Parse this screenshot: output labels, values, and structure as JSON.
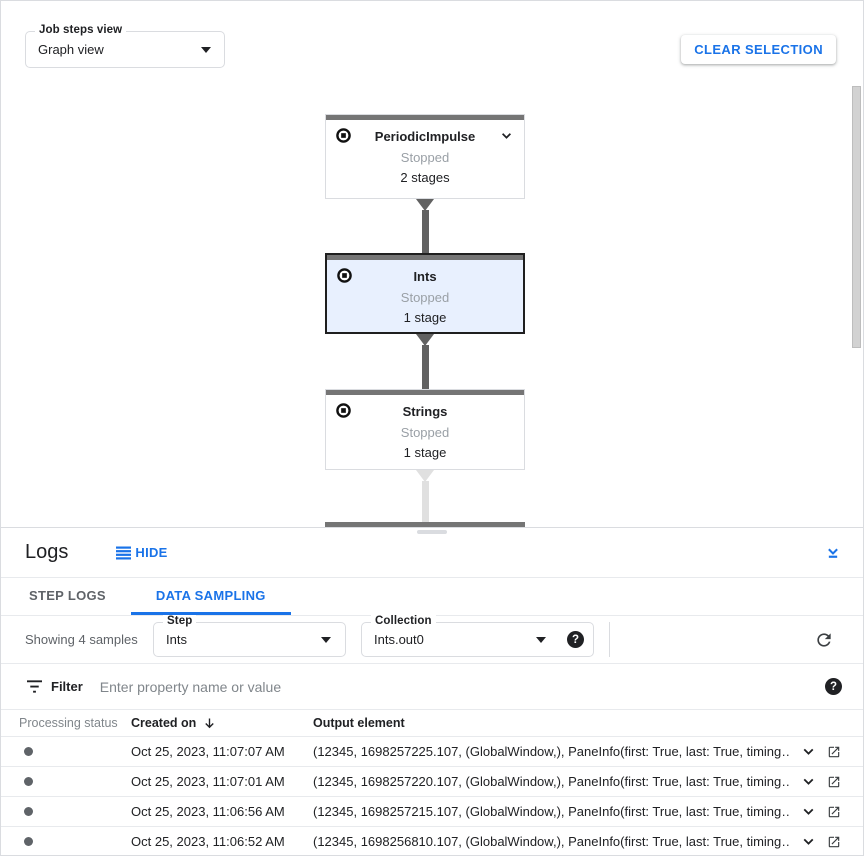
{
  "toolbar": {
    "job_steps_view": {
      "label": "Job steps view",
      "value": "Graph view"
    },
    "clear_selection_label": "CLEAR SELECTION"
  },
  "graph": {
    "nodes": [
      {
        "title": "PeriodicImpulse",
        "status": "Stopped",
        "stages": "2 stages",
        "selected": false,
        "expandable": true
      },
      {
        "title": "Ints",
        "status": "Stopped",
        "stages": "1 stage",
        "selected": true,
        "expandable": false
      },
      {
        "title": "Strings",
        "status": "Stopped",
        "stages": "1 stage",
        "selected": false,
        "expandable": false
      }
    ]
  },
  "logs_panel": {
    "title": "Logs",
    "hide_button": "HIDE",
    "tabs": [
      {
        "label": "STEP LOGS",
        "active": false
      },
      {
        "label": "DATA SAMPLING",
        "active": true
      }
    ],
    "showing_text": "Showing 4 samples",
    "step_select": {
      "label": "Step",
      "value": "Ints"
    },
    "collection_select": {
      "label": "Collection",
      "value": "Ints.out0"
    },
    "filter": {
      "label": "Filter",
      "placeholder": "Enter property name or value"
    },
    "table": {
      "columns": [
        "Processing status",
        "Created on",
        "Output element"
      ],
      "rows": [
        {
          "created_on": "Oct 25, 2023, 11:07:07 AM",
          "output_element": "(12345, 1698257225.107, (GlobalWindow,), PaneInfo(first: True, last: True, timing…"
        },
        {
          "created_on": "Oct 25, 2023, 11:07:01 AM",
          "output_element": "(12345, 1698257220.107, (GlobalWindow,), PaneInfo(first: True, last: True, timing…"
        },
        {
          "created_on": "Oct 25, 2023, 11:06:56 AM",
          "output_element": "(12345, 1698257215.107, (GlobalWindow,), PaneInfo(first: True, last: True, timing…"
        },
        {
          "created_on": "Oct 25, 2023, 11:06:52 AM",
          "output_element": "(12345, 1698256810.107, (GlobalWindow,), PaneInfo(first: True, last: True, timing…"
        }
      ]
    }
  },
  "glyphs": {
    "help": "?"
  },
  "icons": {
    "stop-circle-icon": "circle outline with filled square",
    "chevron-down-icon": "v chevron",
    "collapse-panel-icon": "chevron down over bar",
    "hide-logs-icon": "four horizontal bars",
    "refresh-icon": "circular arrow",
    "filter-icon": "three stacked lines",
    "sort-desc-icon": "downward arrow",
    "help-icon": "question mark in dark circle",
    "open-in-new-icon": "box with outgoing arrow"
  },
  "colors": {
    "accent_blue": "#1a73e8",
    "selected_node_bg": "#e8f0fe",
    "node_top_bar": "#757575",
    "edge_dark": "#616161",
    "edge_light": "#e0e0e0",
    "status_dot": "#5f6368",
    "border": "#dadce0"
  }
}
